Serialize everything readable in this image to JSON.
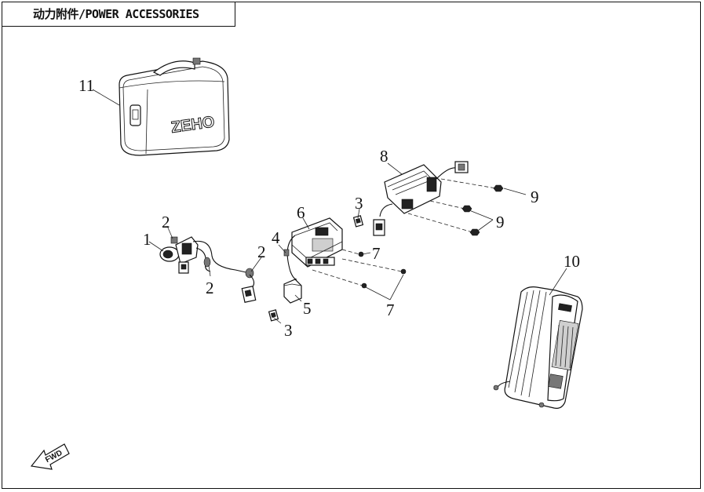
{
  "title": "动力附件/POWER ACCESSORIES",
  "logo_text": "ZEHO",
  "fwd_label": "FWD",
  "callouts": {
    "c1": "1",
    "c2a": "2",
    "c2b": "2",
    "c2c": "2",
    "c3a": "3",
    "c3b": "3",
    "c4": "4",
    "c5": "5",
    "c6": "6",
    "c7a": "7",
    "c7b": "7",
    "c8": "8",
    "c9a": "9",
    "c9b": "9",
    "c10": "10",
    "c11": "11"
  }
}
